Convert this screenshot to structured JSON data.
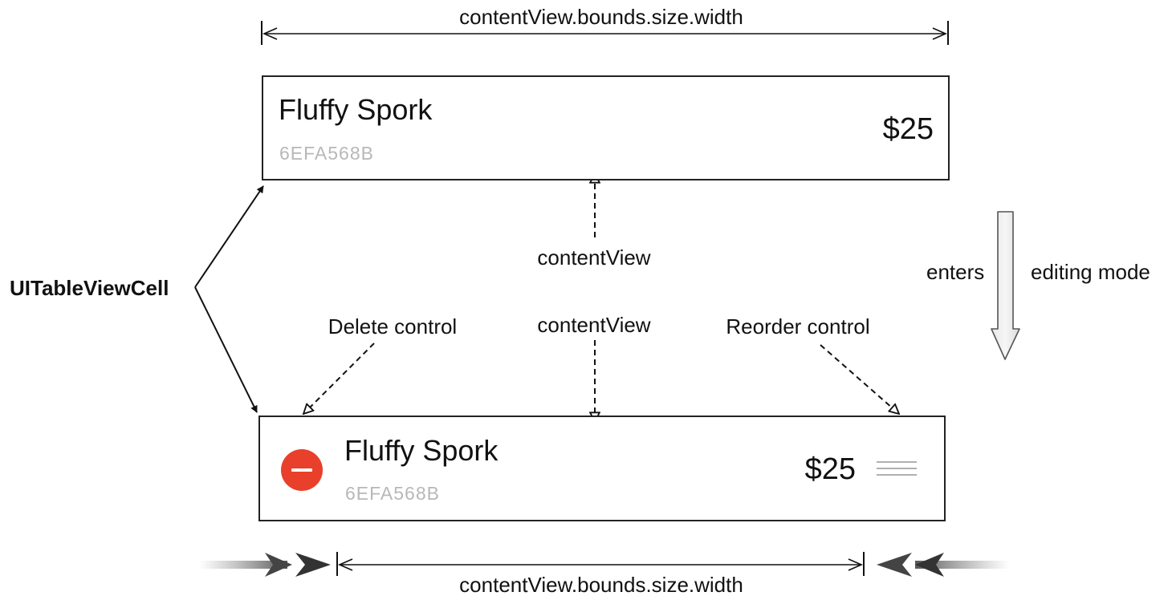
{
  "diagram": {
    "width_label_top": "contentView.bounds.size.width",
    "width_label_bottom": "contentView.bounds.size.width",
    "content_view_label_top": "contentView",
    "content_view_label_bottom": "contentView",
    "cell_label": "UITableViewCell",
    "transition_left": "enters",
    "transition_right": "editing mode",
    "delete_control_label": "Delete control",
    "reorder_control_label": "Reorder control"
  },
  "cell_normal": {
    "title": "Fluffy Spork",
    "serial": "6EFA568B",
    "price": "$25"
  },
  "cell_editing": {
    "title": "Fluffy Spork",
    "serial": "6EFA568B",
    "price": "$25"
  },
  "colors": {
    "delete_red": "#e8402a",
    "serial_gray": "#b8b8b8",
    "line": "#222222"
  }
}
